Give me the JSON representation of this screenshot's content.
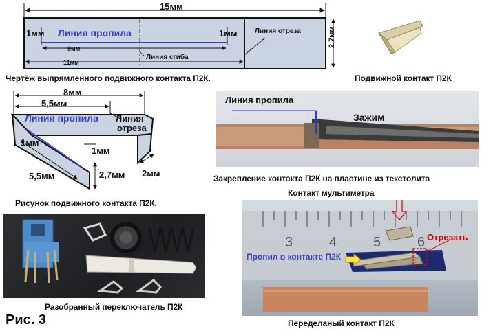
{
  "drawing1": {
    "total_length": "15мм",
    "margin_left": "1мм",
    "margin_right": "1мм",
    "saw_line": "Линия пропила",
    "cut_line": "Линия отреза",
    "height": "2,7мм",
    "saw_length": "9мм",
    "bend_line": "Линия сгиба",
    "bend_length": "11мм",
    "caption": "Чертёж выпрямленного подвижного контакта П2К."
  },
  "photo_contact": {
    "caption": "Подвижной контакт П2К"
  },
  "drawing2": {
    "len_8": "8мм",
    "len_55_top": "5,5мм",
    "saw_line": "Линия пропила",
    "cut_line_1": "Линия",
    "cut_line_2": "отреза",
    "dim_1mm_left": "1мм",
    "dim_1mm_right": "1мм",
    "len_55_bottom": "5,5мм",
    "height": "2,7мм",
    "width": "2мм",
    "caption": "Рисунок подвижного контакта П2К."
  },
  "photo_clamp": {
    "saw_line": "Линия пропила",
    "clamp": "Зажим",
    "caption": "Закрепление контакта П2К на пластине из текстолита"
  },
  "photo_switch": {
    "caption": "Разобранный переключатель П2К"
  },
  "photo_ruler": {
    "multimeter": "Контакт мультиметра",
    "cut_off": "Отрезать",
    "saw_in_contact": "Пропил в контакте П2К",
    "ruler_ticks": [
      "3",
      "4",
      "5",
      "6"
    ],
    "caption": "Переделаный контакт П2К"
  },
  "figure_label": "Рис. 3",
  "colors": {
    "blue_text": "#3a3fc6",
    "red_text": "#d40000",
    "plate": "#c9d3e2"
  }
}
